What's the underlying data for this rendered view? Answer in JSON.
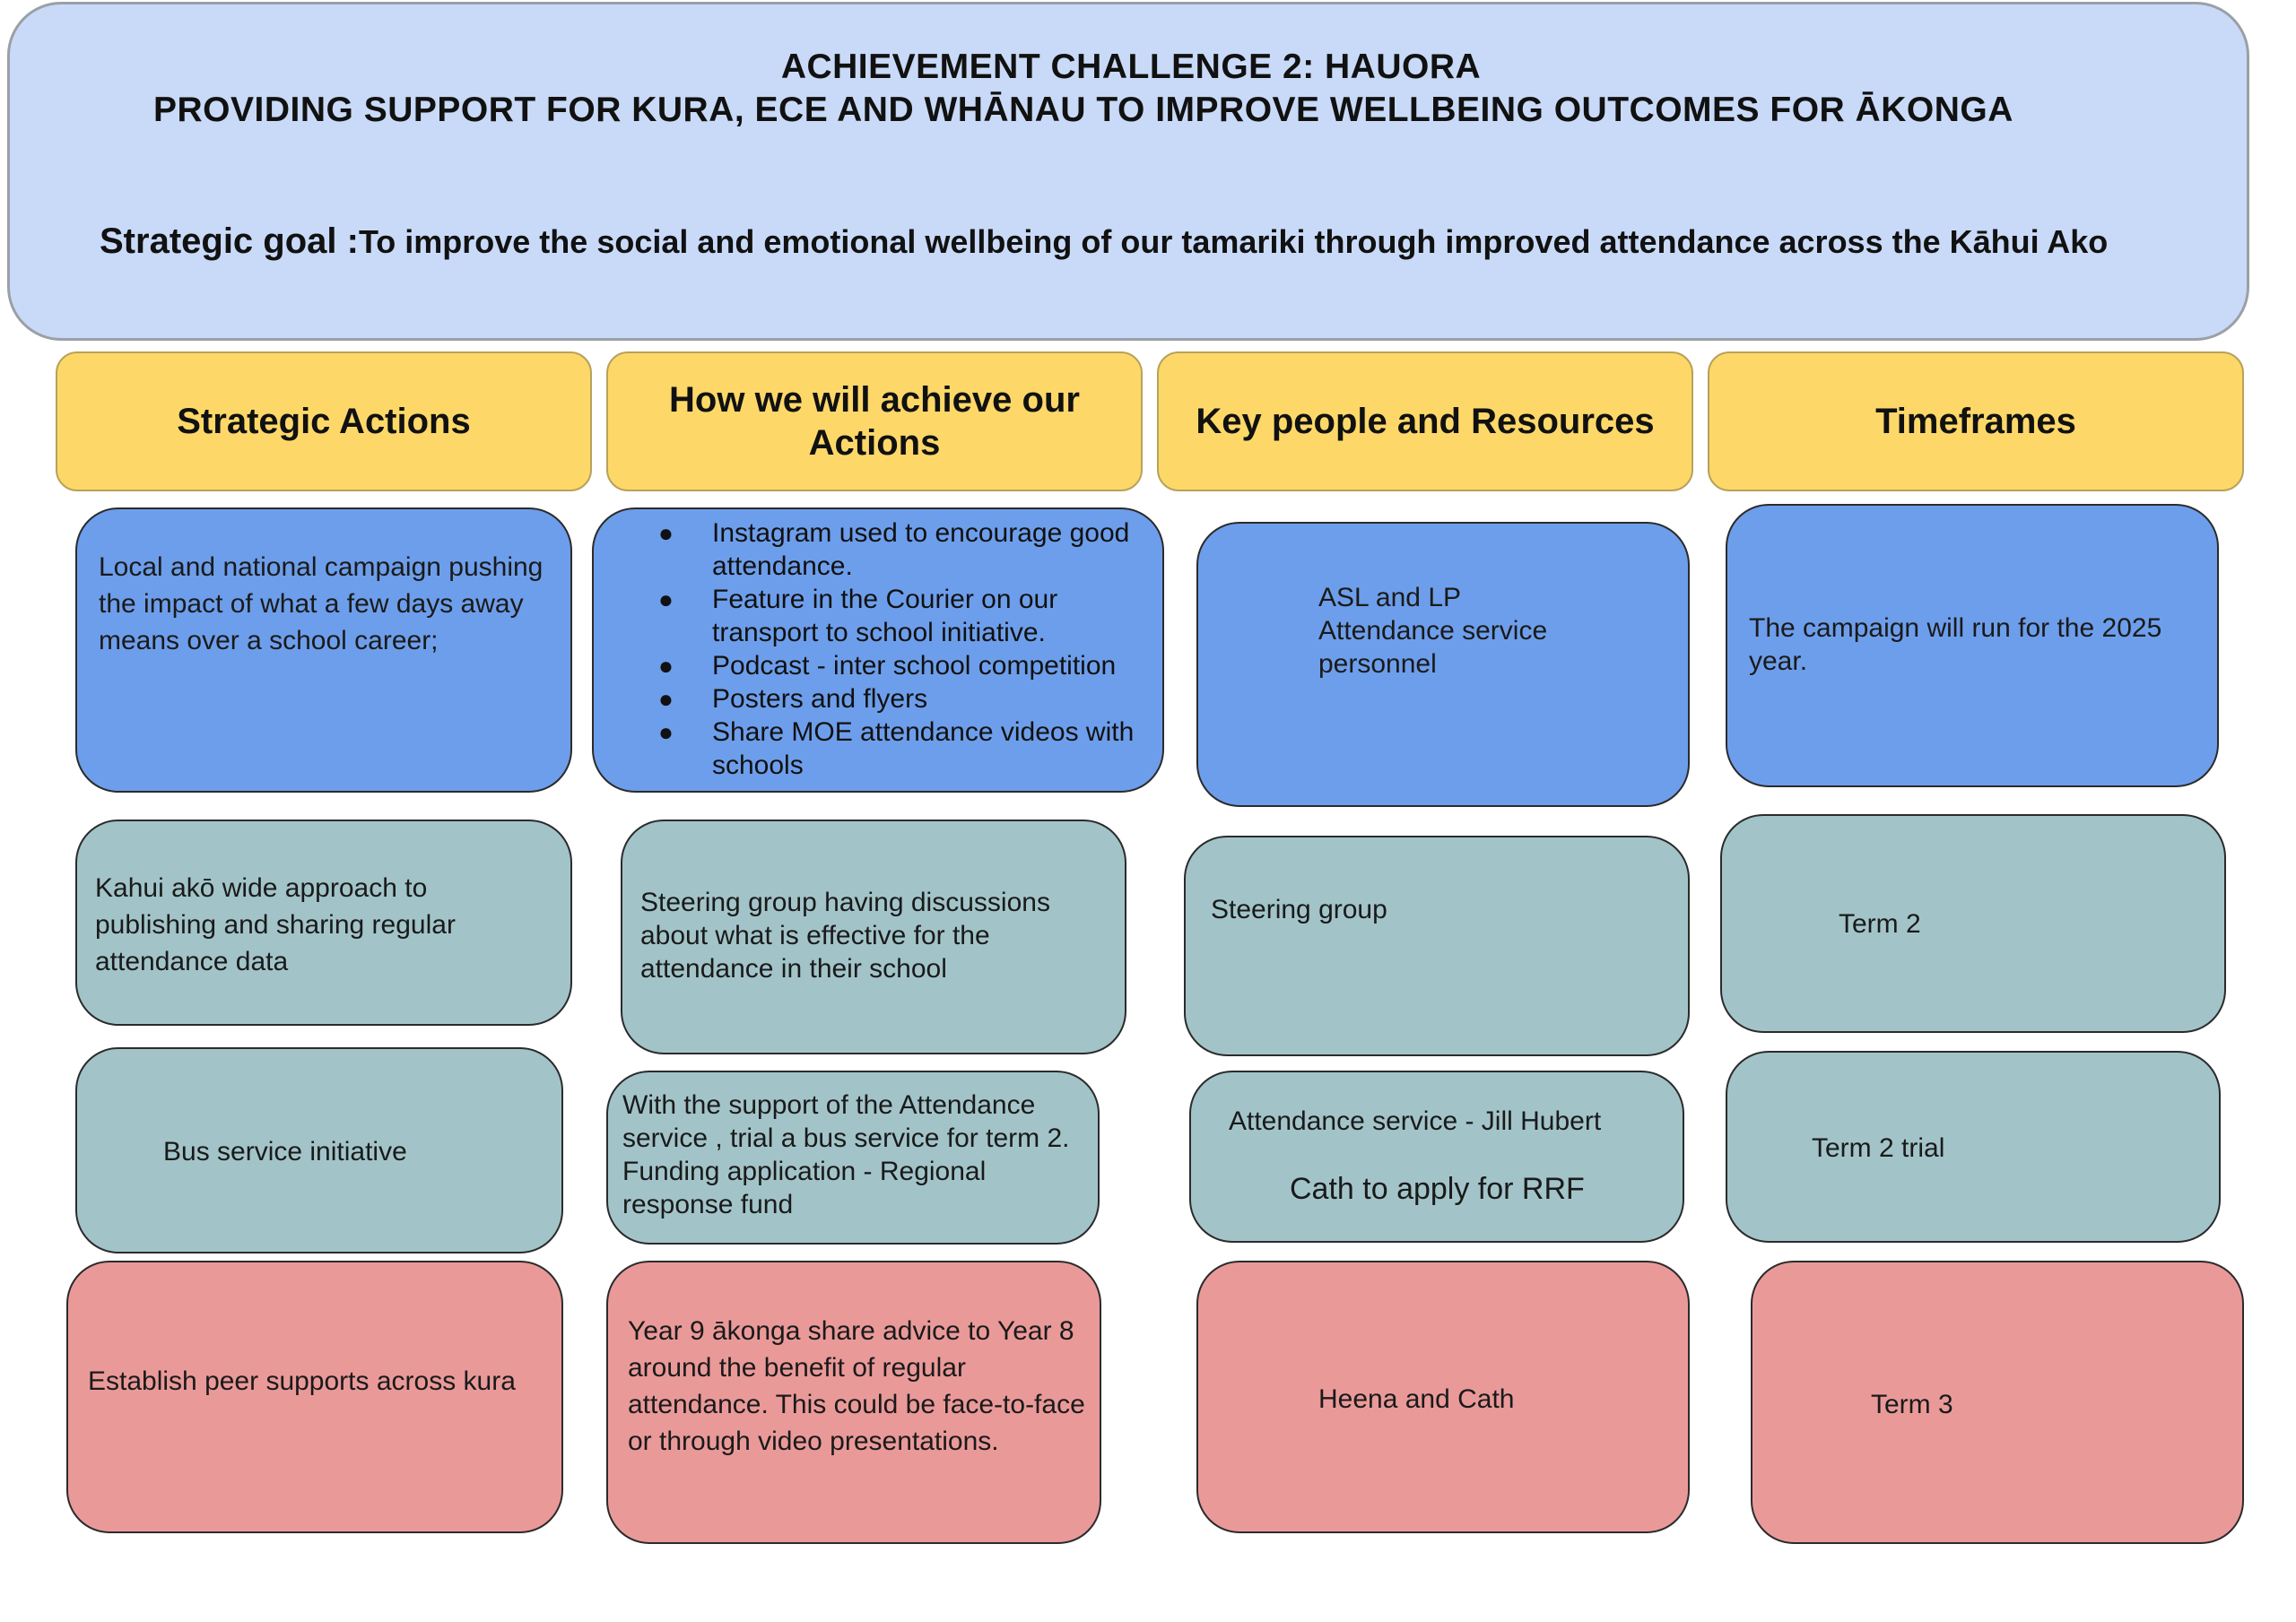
{
  "header": {
    "title_line1": "ACHIEVEMENT CHALLENGE 2: HAUORA",
    "title_line2": "PROVIDING SUPPORT FOR KURA, ECE AND WHĀNAU TO IMPROVE WELLBEING OUTCOMES FOR ĀKONGA",
    "goal_label": "Strategic goal :",
    "goal_text": "To improve the social and emotional wellbeing of our tamariki through improved attendance across the Kāhui Ako"
  },
  "columns": [
    {
      "label": "Strategic Actions"
    },
    {
      "label": "How we will achieve our Actions"
    },
    {
      "label": "Key people and Resources"
    },
    {
      "label": "Timeframes"
    }
  ],
  "rows": [
    {
      "color": "#6d9eeb",
      "action": "Local and national campaign pushing the impact of what a few days away means over a school career;",
      "how_items": [
        "Instagram used to encourage good attendance.",
        "Feature in the Courier on our transport to school initiative.",
        "Podcast - inter school competition",
        "Posters and flyers",
        "Share MOE attendance videos with schools"
      ],
      "people": [
        "ASL and LP",
        "Attendance service personnel"
      ],
      "time": "The campaign will run for the 2025 year."
    },
    {
      "color": "#a2c4c9",
      "action": "Kahui akō wide approach to publishing  and sharing regular attendance data",
      "how": "Steering group having discussions about what is effective for the attendance in their school",
      "people_text": "Steering group",
      "time": "Term 2"
    },
    {
      "color": "#a2c4c9",
      "action": "Bus service initiative",
      "how": "With the support of the Attendance service , trial a bus service for term 2. Funding application - Regional response fund",
      "people_line1": "Attendance service - Jill Hubert",
      "people_line2": "Cath to apply for RRF",
      "time": "Term 2 trial"
    },
    {
      "color": "#ea9999",
      "action": "Establish peer supports across kura",
      "how": "Year 9 ākonga share advice to Year 8 around the benefit of regular attendance. This could be face-to-face or through video presentations.",
      "people_text": "Heena and Cath",
      "time": "Term 3"
    }
  ],
  "bullet_glyph": "●"
}
